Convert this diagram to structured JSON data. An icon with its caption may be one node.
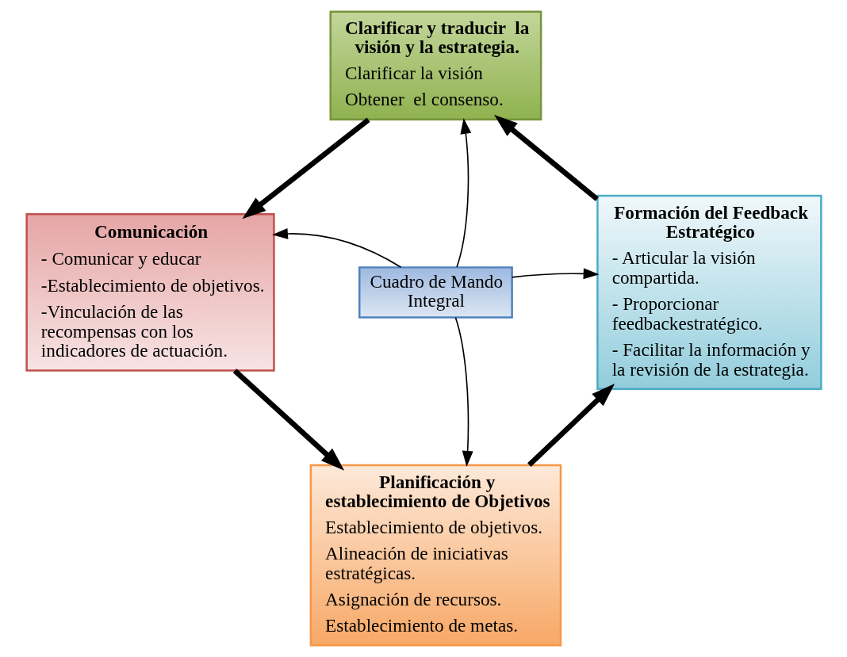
{
  "diagram": {
    "nodes": [
      {
        "text": [
          "Clarificar y traducir  la visión y la estrategia.",
          "Clarificar la visión",
          "Obtener  el consenso."
        ]
      },
      {
        "text": [
          "Comunicación",
          "- Comunicar y educar",
          "-Establecimiento de objetivos.",
          "-Vinculación de las recompensas con los indicadores de actuación."
        ]
      },
      {
        "text": [
          "Cuadro de Mando Integral"
        ]
      },
      {
        "text": [
          "Formación del Feedback Estratégico",
          "- Articular la visión compartida.",
          "- Proporcionar feedbackestratégico.",
          "- Facilitar la información y la revisión de la estrategia."
        ]
      },
      {
        "text": [
          "Planificación y establecimiento de Objetivos",
          "Establecimiento de objetivos.",
          "Alineación de iniciativas estratégicas.",
          "Asignación de recursos.",
          "Establecimiento de metas."
        ]
      }
    ],
    "edges": [
      {
        "from": 2,
        "to": 0,
        "arrow": "to"
      },
      {
        "from": 2,
        "to": 1,
        "arrow": "to"
      },
      {
        "from": 2,
        "to": 3,
        "arrow": "to"
      },
      {
        "from": 2,
        "to": 4,
        "arrow": "to"
      },
      {
        "from": 0,
        "to": 1,
        "arrow": "to",
        "style": "thick"
      },
      {
        "from": 1,
        "to": 4,
        "arrow": "to",
        "style": "thick"
      },
      {
        "from": 4,
        "to": 3,
        "arrow": "to",
        "style": "thick"
      },
      {
        "from": 3,
        "to": 0,
        "arrow": "to",
        "style": "thick"
      }
    ]
  }
}
